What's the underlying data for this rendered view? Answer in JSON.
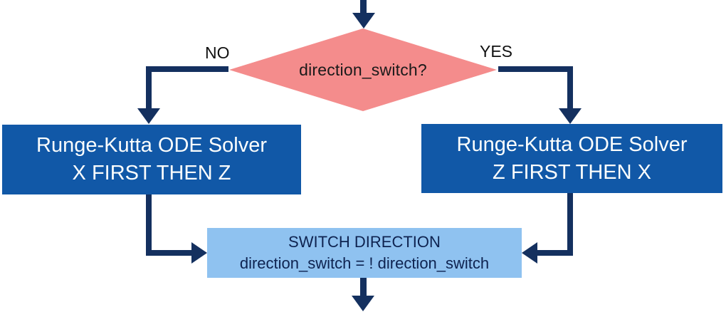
{
  "diagram": {
    "decision": {
      "label": "direction_switch?"
    },
    "branch_no": {
      "label": "NO"
    },
    "branch_yes": {
      "label": "YES"
    },
    "box_left": {
      "line1": "Runge-Kutta ODE Solver",
      "line2": "X FIRST THEN Z"
    },
    "box_right": {
      "line1": "Runge-Kutta ODE Solver",
      "line2": "Z FIRST THEN X"
    },
    "box_switch": {
      "line1": "SWITCH DIRECTION",
      "line2": "direction_switch = ! direction_switch"
    },
    "colors": {
      "decision_fill": "#f48c8c",
      "process_fill": "#1158a7",
      "switch_fill": "#8fc2f0",
      "arrow": "#14305f"
    }
  }
}
